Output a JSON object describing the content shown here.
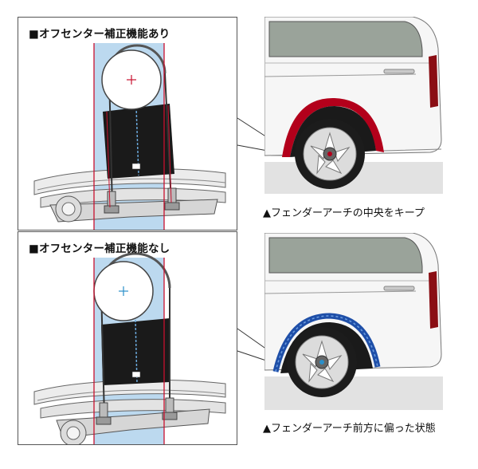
{
  "top_panel": {
    "title": "■オフセンター補正機能あり"
  },
  "bottom_panel": {
    "title": "■オフセンター補正機能なし"
  },
  "top_caption": "▲フェンダーアーチの中央をキープ",
  "bottom_caption": "▲フェンダーアーチ前方に偏った状態",
  "colors": {
    "guide_line": "#c8102e",
    "guide_band": "#bcd9ef",
    "corrected_mark": "#c8102e",
    "uncorrected_mark": "#2a8fc9",
    "arch_highlight_top": "#b3001b",
    "arch_highlight_bottom": "#1f4fa8"
  }
}
